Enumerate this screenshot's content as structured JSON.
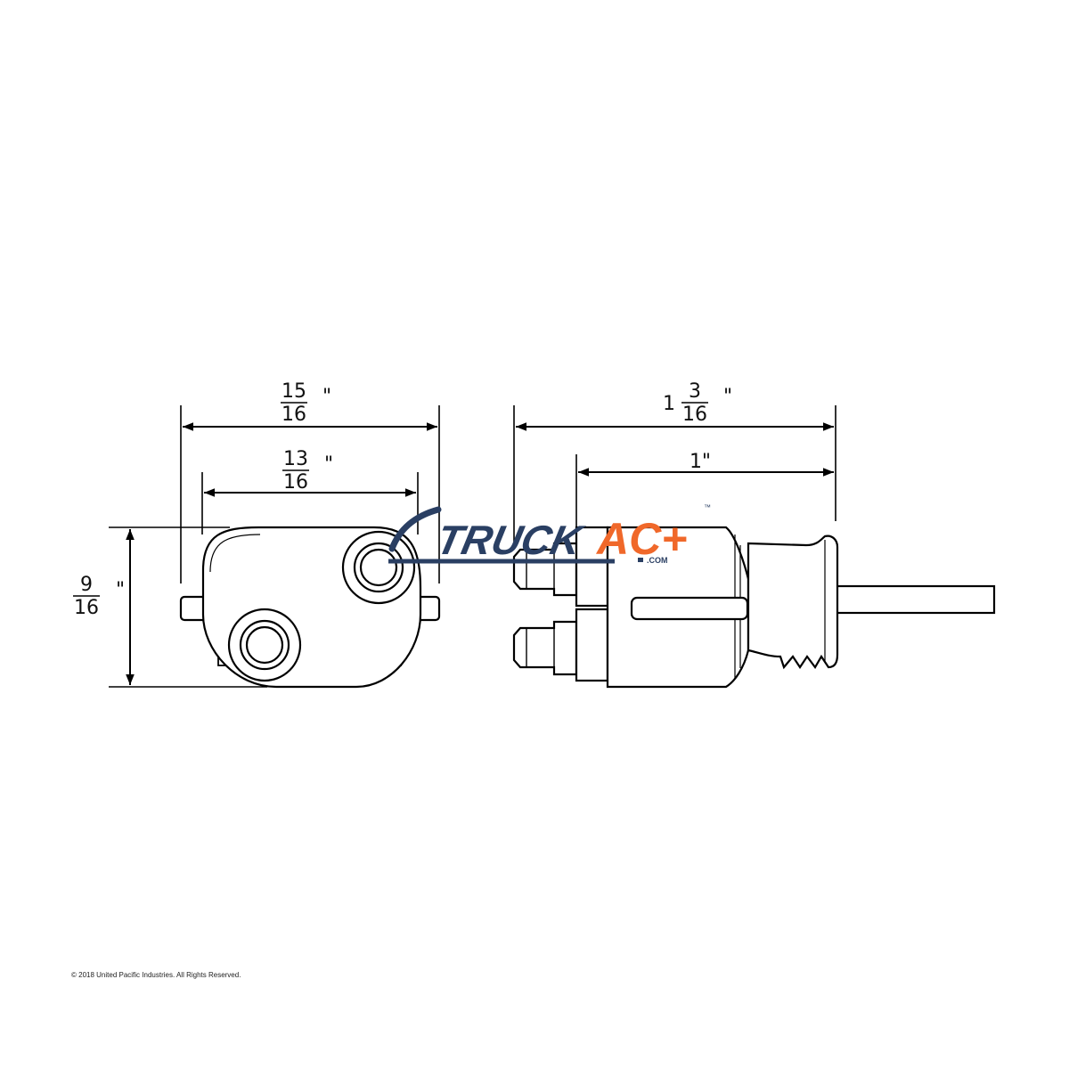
{
  "dimensions": {
    "outer_width": {
      "numerator": "15",
      "denominator": "16",
      "unit": "\""
    },
    "inner_width": {
      "numerator": "13",
      "denominator": "16",
      "unit": "\""
    },
    "height": {
      "numerator": "9",
      "denominator": "16",
      "unit": "\""
    },
    "overall_length": {
      "whole": "1",
      "numerator": "3",
      "denominator": "16",
      "unit": "\""
    },
    "body_length": {
      "label": "1\""
    }
  },
  "watermark": {
    "part1": "TRUCK",
    "part2": "AC+",
    "suffix": ".COM",
    "tm": "™",
    "color_navy": "#2a3f63",
    "color_orange": "#f0682a"
  },
  "copyright": "© 2018 United Pacific Industries. All Rights Reserved."
}
